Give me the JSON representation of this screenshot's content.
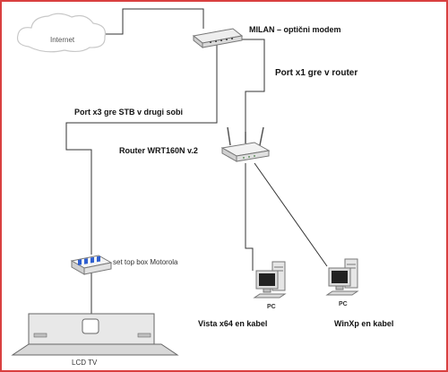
{
  "labels": {
    "internet": "Internet",
    "modem": "MILAN – optični modem",
    "port_router": "Port x1 gre v router",
    "port_stb": "Port x3 gre STB v drugi sobi",
    "router": "Router WRT160N v.2",
    "stb": "set top box Motorola",
    "pc1_tag": "PC",
    "pc2_tag": "PC",
    "pc1_caption": "Vista x64 en kabel",
    "pc2_caption": "WinXp en kabel",
    "tv": "LCD TV"
  },
  "colors": {
    "frame": "#d94040",
    "line": "#333333",
    "cloud_stroke": "#c8c8c8",
    "device_fill": "#e6e6e6",
    "device_stroke": "#777777",
    "stb_accent": "#2f5fd0"
  },
  "icons": [
    "cloud-icon",
    "modem-icon",
    "router-icon",
    "set-top-box-icon",
    "pc-icon",
    "lcd-tv-icon"
  ]
}
